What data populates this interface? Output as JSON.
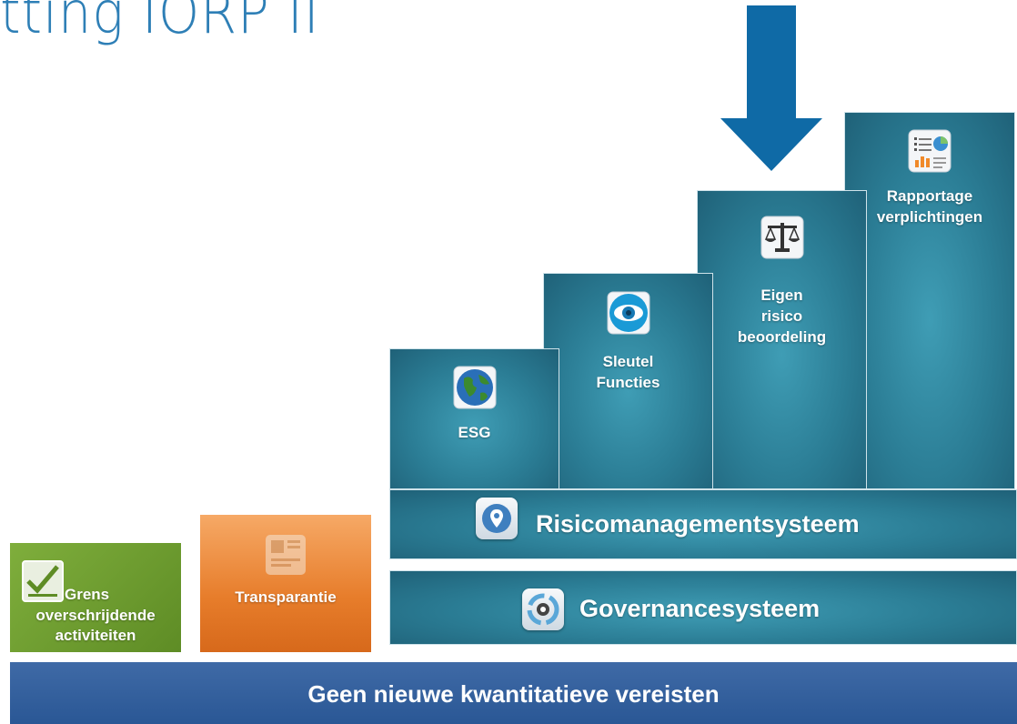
{
  "title": "tting IORP II",
  "columns": {
    "esg": "ESG",
    "sleutel": [
      "Sleutel",
      "Functies"
    ],
    "eigen": [
      "Eigen",
      "risico",
      "beoordeling"
    ],
    "rapportage": [
      "Rapportage",
      "verplichtingen"
    ]
  },
  "bands": {
    "risico": "Risicomanagementsysteem",
    "governance": "Governancesysteem"
  },
  "side": {
    "grens": [
      "Grens",
      "overschrijdende",
      "activiteiten"
    ],
    "transparantie": "Transparantie"
  },
  "bottom": "Geen nieuwe kwantitatieve vereisten",
  "colors": {
    "title": "#2e7fb6",
    "arrow": "#0f6aa6",
    "teal": "#2b7d95",
    "green": "#6e9e30",
    "orange": "#e77d2b",
    "bottom": "#335f9d"
  }
}
